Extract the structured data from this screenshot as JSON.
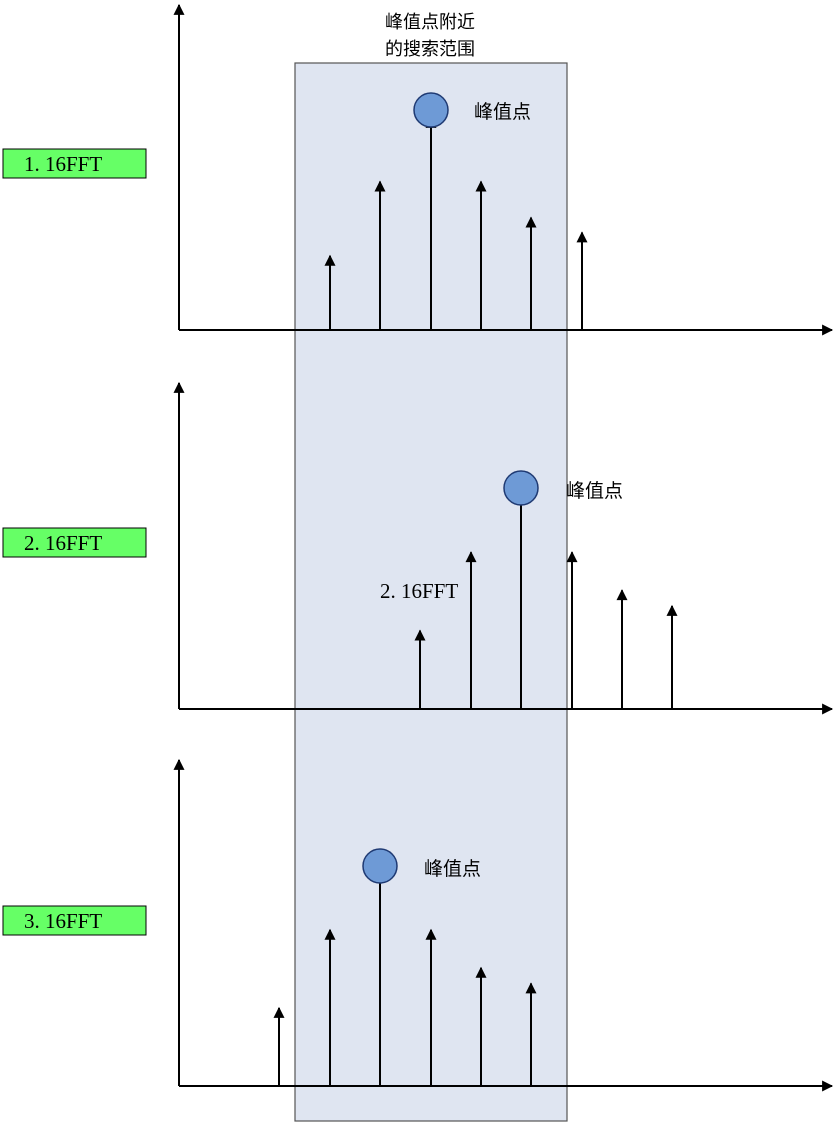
{
  "colors": {
    "search_fill": "#dfe5f1",
    "search_stroke": "#555555",
    "panel_fill": "#66ff66",
    "panel_stroke": "#000000",
    "peak_fill": "#6e9ad6",
    "peak_stroke": "#1f3a73",
    "line": "#000000"
  },
  "search_region": {
    "label_line1": "峰值点附近",
    "label_line2": "的搜索范围"
  },
  "rows": [
    {
      "panel_label": "1. 16FFT",
      "peak_label": "峰值点",
      "inline_label": "",
      "stems": [
        {
          "height": 0.35,
          "is_peak": false
        },
        {
          "height": 0.7,
          "is_peak": false
        },
        {
          "height": 1.0,
          "is_peak": true
        },
        {
          "height": 0.7,
          "is_peak": false
        },
        {
          "height": 0.53,
          "is_peak": false
        },
        {
          "height": 0.46,
          "is_peak": false
        }
      ]
    },
    {
      "panel_label": "2. 16FFT",
      "peak_label": "峰值点",
      "inline_label": "2. 16FFT",
      "stems": [
        {
          "height": 0.35,
          "is_peak": false
        },
        {
          "height": 0.7,
          "is_peak": false
        },
        {
          "height": 1.0,
          "is_peak": true
        },
        {
          "height": 0.7,
          "is_peak": false
        },
        {
          "height": 0.53,
          "is_peak": false
        },
        {
          "height": 0.46,
          "is_peak": false
        }
      ]
    },
    {
      "panel_label": "3. 16FFT",
      "peak_label": "峰值点",
      "inline_label": "",
      "stems": [
        {
          "height": 0.35,
          "is_peak": false
        },
        {
          "height": 0.7,
          "is_peak": false
        },
        {
          "height": 1.0,
          "is_peak": true
        },
        {
          "height": 0.7,
          "is_peak": false
        },
        {
          "height": 0.53,
          "is_peak": false
        },
        {
          "height": 0.46,
          "is_peak": false
        }
      ]
    }
  ]
}
